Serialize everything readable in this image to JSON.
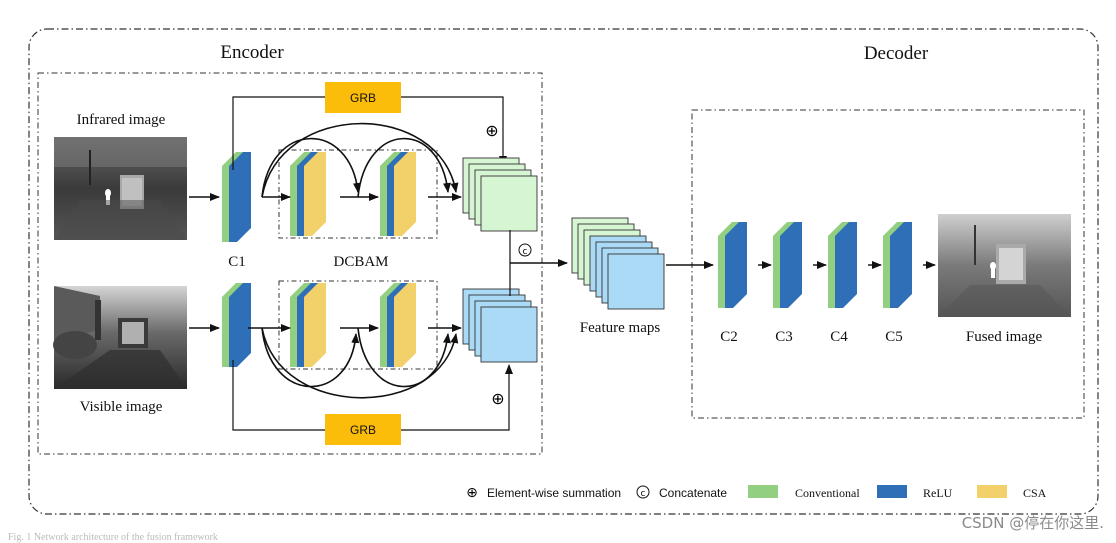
{
  "encoder_title": "Encoder",
  "decoder_title": "Decoder",
  "infrared_label": "Infrared image",
  "visible_label": "Visible image",
  "grb_top": "GRB",
  "grb_bottom": "GRB",
  "c1_label": "C1",
  "dcbam_label": "DCBAM",
  "feature_maps_label": "Feature maps",
  "decoder_layers": [
    "C2",
    "C3",
    "C4",
    "C5"
  ],
  "fused_label": "Fused image",
  "sum_symbol": "⊕",
  "concat_symbol": "©",
  "legend": {
    "sum": "Element-wise summation",
    "concat": "Concatenate",
    "conventional": "Conventional",
    "relu": "ReLU",
    "csa": "CSA"
  },
  "colors": {
    "conventional": "#93cf80",
    "relu": "#2e6fb8",
    "csa": "#f2d06a",
    "grb": "#fbbd0a",
    "feature_green": "#d6f5d3",
    "feature_blue": "#aadaf5"
  },
  "watermark": "CSDN @停在你这里.",
  "caption": "Fig. 1 Network architecture of the fusion framework"
}
